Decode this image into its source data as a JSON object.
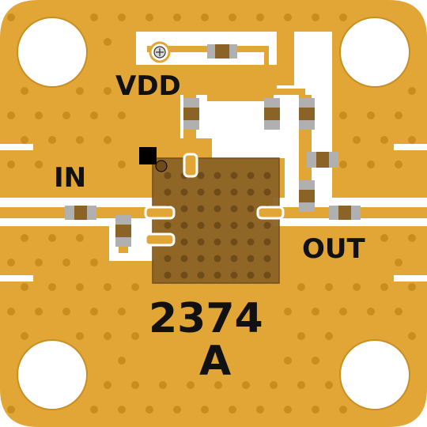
{
  "board": {
    "labels": {
      "vdd": "VDD",
      "input": "IN",
      "output": "OUT",
      "part_number": "2374",
      "revision": "A"
    },
    "colors": {
      "copper": "#E2A636",
      "substrate": "#FFFFFF",
      "via": "#C88D1E",
      "package": "#8C6326",
      "pad": "#A8A8A8",
      "silkscreen": "#111111"
    },
    "mounting_holes": [
      "top-left",
      "top-right",
      "bottom-left",
      "bottom-right"
    ],
    "component_icons": [
      "chip-capacitor-icon",
      "ic-package-icon",
      "pin1-marker-icon",
      "ground-via-icon"
    ]
  }
}
